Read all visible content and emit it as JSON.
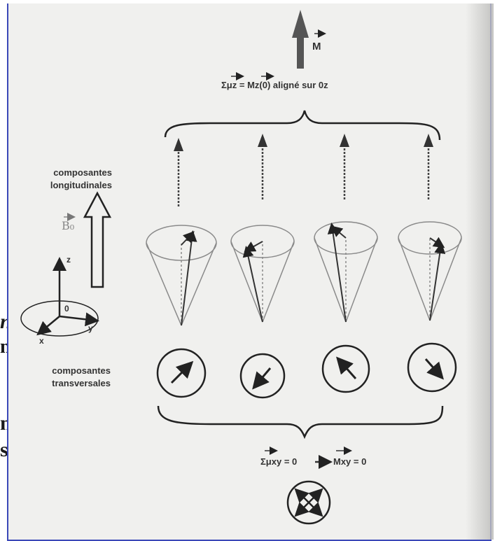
{
  "bleed_text": {
    "line1": "n",
    "line2": "n",
    "line3": "n",
    "line4": "s"
  },
  "labels": {
    "M": "M",
    "top_equation": "Σμz = Mz(0) aligné sur 0z",
    "longitudinal": [
      "composantes",
      "longitudinales"
    ],
    "transverse": [
      "composantes",
      "transversales"
    ],
    "B0": "B₀",
    "axis_z": "z",
    "axis_y": "y",
    "axis_x": "x",
    "origin": "0",
    "bottom_equation_left": "Σμxy = 0",
    "bottom_equation_right": "Mxy = 0"
  },
  "colors": {
    "border": "#3b48b8",
    "ink": "#222222",
    "cone": "#8a8a8a",
    "panel": "#f0f0ee"
  },
  "icons": [
    "arrow-icon",
    "cone-icon",
    "circle-icon",
    "brace-icon"
  ]
}
